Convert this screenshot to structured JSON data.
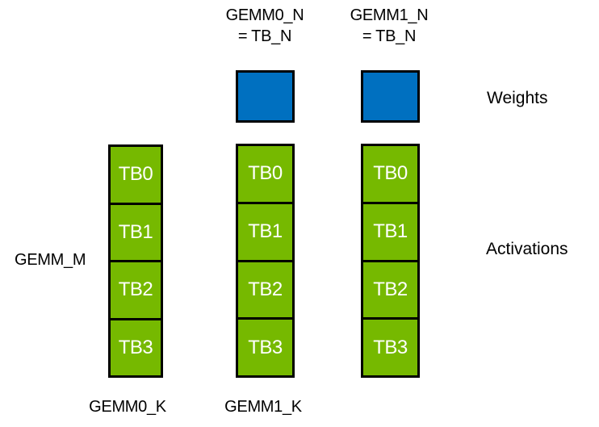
{
  "colors": {
    "background": "#FFFFFF",
    "weight_fill": "#0070C0",
    "activation_fill": "#76B900",
    "border": "#000000",
    "label_text": "#000000",
    "cell_text": "#FFFFFF"
  },
  "top_labels": [
    {
      "line1": "GEMM0_N",
      "line2": "= TB_N"
    },
    {
      "line1": "GEMM1_N",
      "line2": "= TB_N"
    }
  ],
  "side_labels": {
    "weights": "Weights",
    "activations": "Activations",
    "gemm_m": "GEMM_M"
  },
  "bottom_labels": [
    "GEMM0_K",
    "GEMM1_K"
  ],
  "columns": [
    {
      "cells": [
        "TB0",
        "TB1",
        "TB2",
        "TB3"
      ]
    },
    {
      "cells": [
        "TB0",
        "TB1",
        "TB2",
        "TB3"
      ]
    },
    {
      "cells": [
        "TB0",
        "TB1",
        "TB2",
        "TB3"
      ]
    }
  ]
}
